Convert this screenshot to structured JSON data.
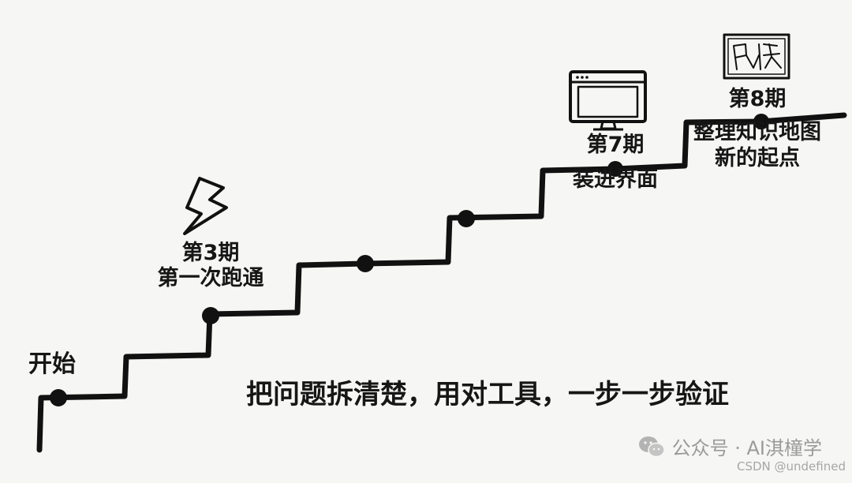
{
  "steps": [
    {
      "period": "",
      "caption": [
        "开始"
      ]
    },
    {
      "period": "第3期",
      "caption": [
        "第一次跑通"
      ]
    },
    {
      "period": "",
      "caption": []
    },
    {
      "period": "",
      "caption": []
    },
    {
      "period": "第7期",
      "caption": [
        "装进界面"
      ]
    },
    {
      "period": "第8期",
      "caption": [
        "整理知识地图",
        "新的起点"
      ]
    }
  ],
  "slogan": "把问题拆清楚，用对工具，一步一步验证",
  "watermark": {
    "account": "公众号 · AI淇橦学",
    "site": "CSDN @undefined"
  },
  "icons": {
    "step2": "lightning-icon",
    "step5": "monitor-icon",
    "step6": "map-icon"
  },
  "colors": {
    "background": "#f6f6f4",
    "ink": "#111111",
    "watermark": "#9a9a9a"
  }
}
